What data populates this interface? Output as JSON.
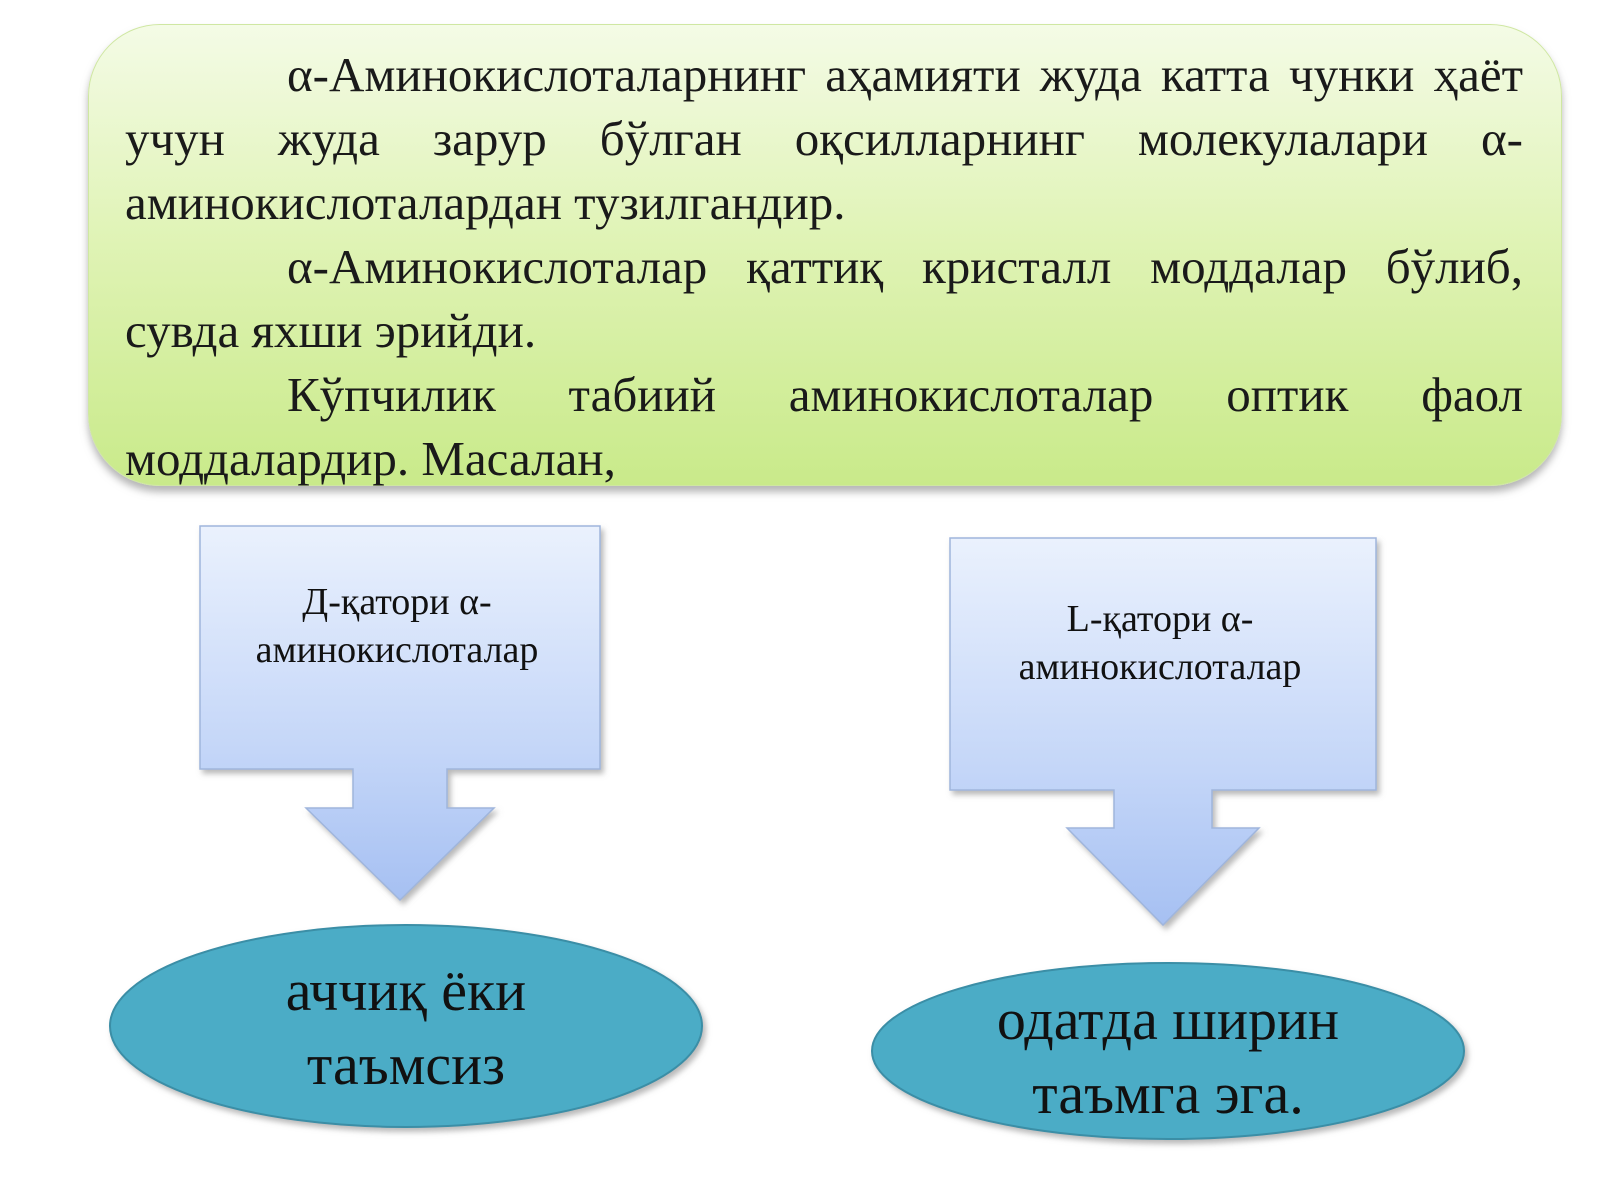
{
  "text_panel": {
    "paragraphs": [
      "α-Аминокислоталарнинг аҳамияти жуда катта чунки ҳаёт учун жуда зарур бўлган оқсилларнинг молекулалари α-аминокислоталардан тузилгандир.",
      "α-Аминокислоталар қаттиқ кристалл моддалар бўлиб, сувда яхши эрийди.",
      "Кўпчилик табиий аминокислоталар оптик фаол моддалардир. Масалан,"
    ]
  },
  "left_branch": {
    "box_label": "Д-қатори α-аминокислоталар",
    "result": "аччиқ ёки таъмсиз"
  },
  "right_branch": {
    "box_label": "L-қатори α-аминокислоталар",
    "result": "одатда ширин таъмга эга."
  },
  "colors": {
    "panel_fill": "#dff3b4",
    "arrow_box_top": "#e9f0fd",
    "arrow_box_bottom": "#a9c2f3",
    "ellipse_fill": "#4bacc6"
  }
}
